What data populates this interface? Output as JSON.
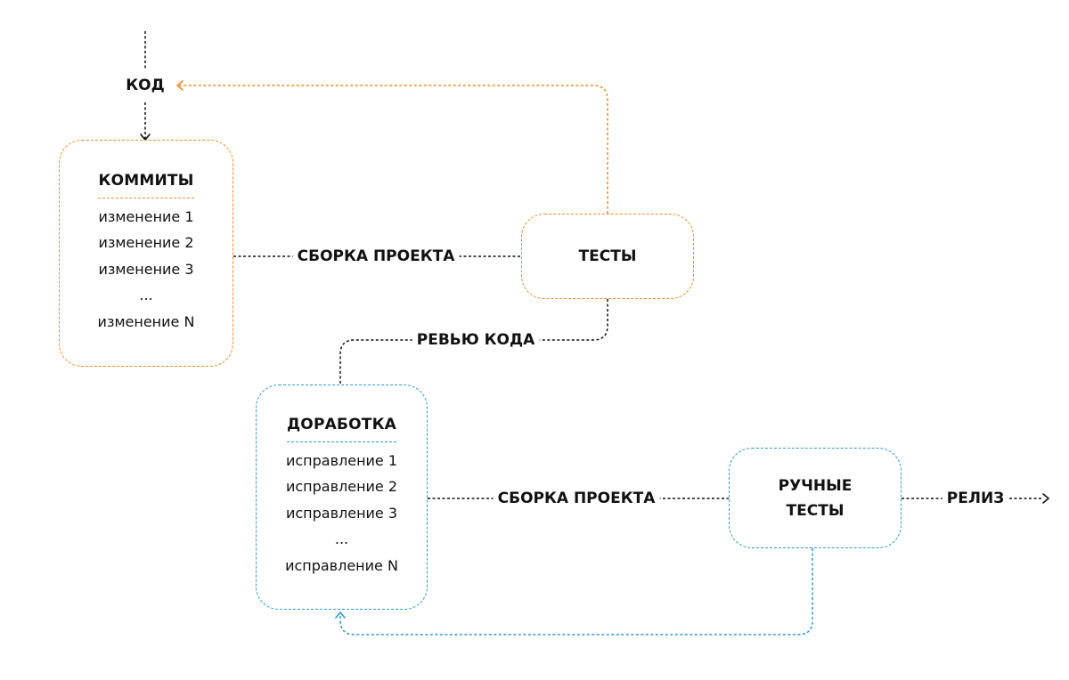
{
  "diagram": {
    "top_label": "КОД",
    "commits": {
      "title": "КОММИТЫ",
      "items": [
        "изменение 1",
        "изменение 2",
        "изменение 3",
        "...",
        "изменение N"
      ]
    },
    "build_label_1": "СБОРКА ПРОЕКТА",
    "tests": {
      "title": "ТЕСТЫ"
    },
    "review_label": "РЕВЬЮ КОДА",
    "rework": {
      "title": "ДОРАБОТКА",
      "items": [
        "исправление 1",
        "исправление 2",
        "исправление 3",
        "...",
        "исправление N"
      ]
    },
    "build_label_2": "СБОРКА ПРОЕКТА",
    "manual_tests": {
      "title_line1": "РУЧНЫЕ",
      "title_line2": "ТЕСТЫ"
    },
    "release_label": "РЕЛИЗ"
  },
  "colors": {
    "orange_accent": "#ee8a22",
    "blue_accent": "#2b98d0",
    "connector_dark": "#111111"
  }
}
